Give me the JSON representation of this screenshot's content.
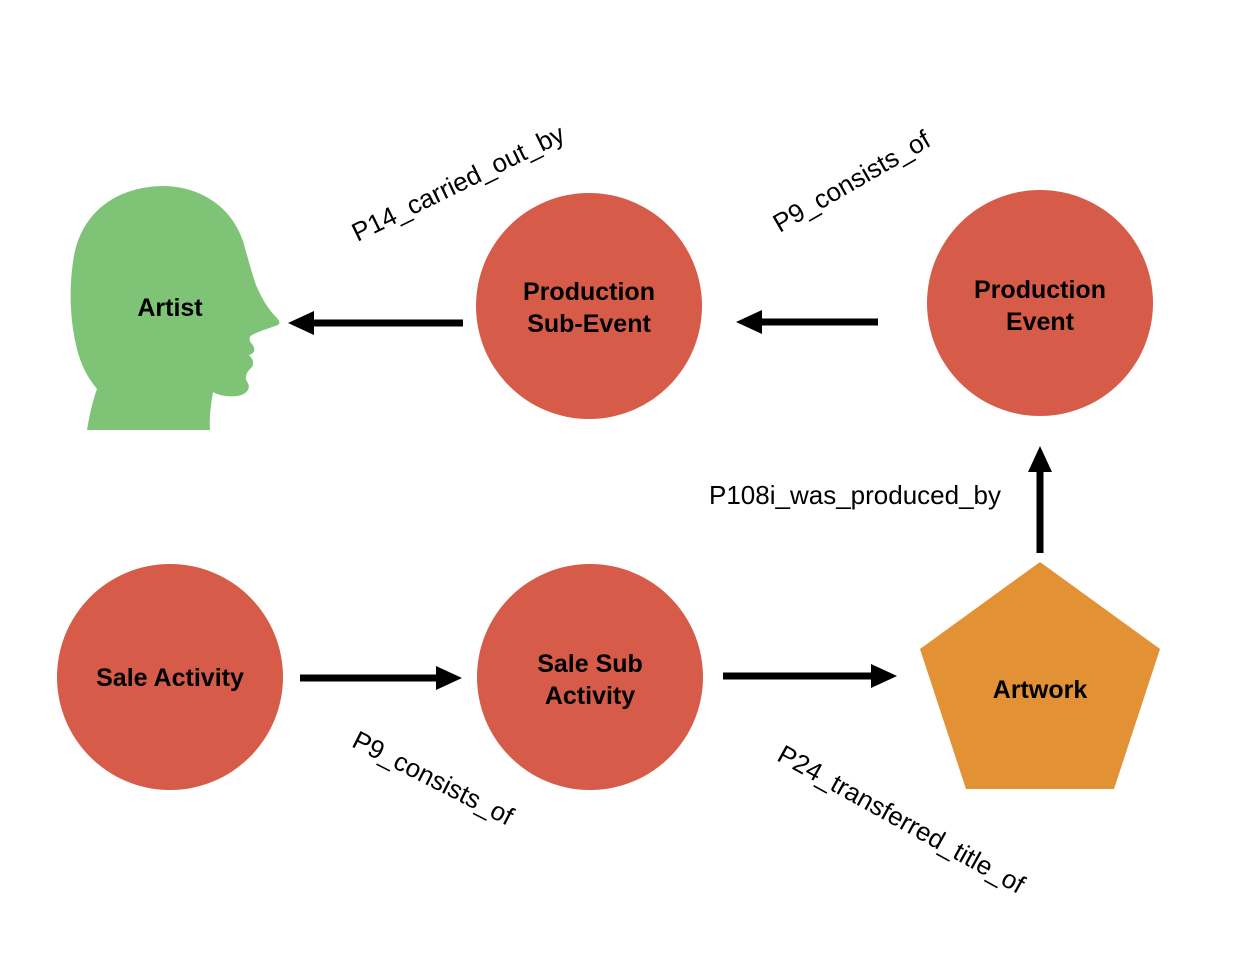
{
  "canvas": {
    "background": "#FFFFFF"
  },
  "colors": {
    "event_red": "#D65B48",
    "actor_green": "#7FC476",
    "object_orange": "#E29135",
    "edge_black": "#000000",
    "label_black": "#000000"
  },
  "nodes": {
    "artist": {
      "label": "Artist",
      "shape": "head-silhouette",
      "color_role": "actor_green"
    },
    "production_sub_event": {
      "line1": "Production",
      "line2": "Sub-Event",
      "shape": "circle",
      "color_role": "event_red"
    },
    "production_event": {
      "line1": "Production",
      "line2": "Event",
      "shape": "circle",
      "color_role": "event_red"
    },
    "sale_activity": {
      "label": "Sale Activity",
      "shape": "circle",
      "color_role": "event_red"
    },
    "sale_sub_activity": {
      "line1": "Sale Sub",
      "line2": "Activity",
      "shape": "circle",
      "color_role": "event_red"
    },
    "artwork": {
      "label": "Artwork",
      "shape": "pentagon",
      "color_role": "object_orange"
    }
  },
  "edges": {
    "p14_carried_out_by": {
      "label": "P14_carried_out_by",
      "from": "production_sub_event",
      "to": "artist"
    },
    "p9_consists_of_production": {
      "label": "P9_consists_of",
      "from": "production_event",
      "to": "production_sub_event"
    },
    "p108i_was_produced_by": {
      "label": "P108i_was_produced_by",
      "from": "artwork",
      "to": "production_event"
    },
    "p9_consists_of_sale": {
      "label": "P9_consists_of",
      "from": "sale_activity",
      "to": "sale_sub_activity"
    },
    "p24_transferred_title_of": {
      "label": "P24_transferred_title_of",
      "from": "sale_sub_activity",
      "to": "artwork"
    }
  }
}
